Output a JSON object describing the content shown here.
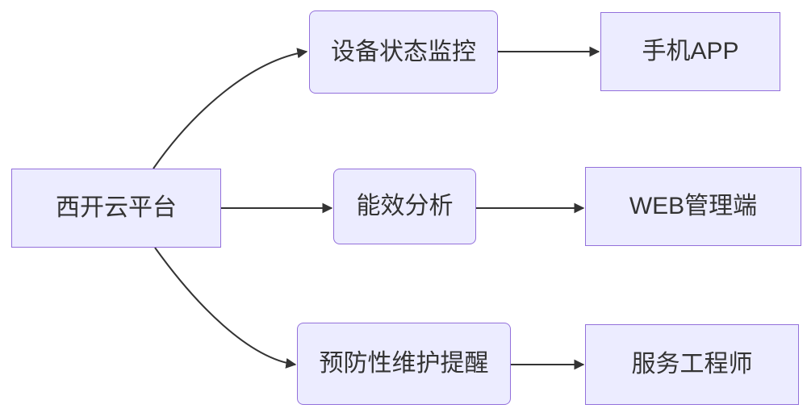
{
  "diagram": {
    "type": "flowchart-lr",
    "nodes": {
      "platform": {
        "label": "西开云平台"
      },
      "monitoring": {
        "label": "设备状态监控"
      },
      "energy": {
        "label": "能效分析"
      },
      "maintenance": {
        "label": "预防性维护提醒"
      },
      "app": {
        "label": "手机APP"
      },
      "web": {
        "label": "WEB管理端"
      },
      "engineer": {
        "label": "服务工程师"
      }
    },
    "edges": [
      {
        "from": "platform",
        "to": "monitoring"
      },
      {
        "from": "platform",
        "to": "energy"
      },
      {
        "from": "platform",
        "to": "maintenance"
      },
      {
        "from": "monitoring",
        "to": "app"
      },
      {
        "from": "energy",
        "to": "web"
      },
      {
        "from": "maintenance",
        "to": "engineer"
      }
    ],
    "colors": {
      "node_fill": "#ECECFF",
      "node_border": "#9370DB",
      "edge": "#333333",
      "text": "#333333"
    }
  }
}
